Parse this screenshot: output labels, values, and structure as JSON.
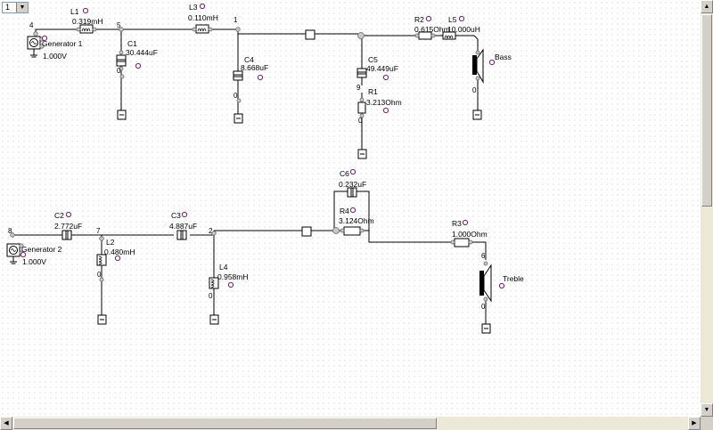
{
  "toolbar": {
    "page_select": "1",
    "page_select_arrow": "▼"
  },
  "nodes": {
    "n1": "1",
    "n2": "2",
    "n4": "4",
    "n5": "5",
    "n6": "6",
    "n7": "7",
    "n8": "8",
    "n9": "9",
    "g0": "0"
  },
  "components": {
    "generator1": {
      "name": "Generator 1",
      "value": "1.000V"
    },
    "generator2": {
      "name": "Generator 2",
      "value": "1.000V"
    },
    "L1": {
      "name": "L1",
      "value": "0.319mH"
    },
    "L2": {
      "name": "L2",
      "value": "0.480mH"
    },
    "L3": {
      "name": "L3",
      "value": "0.110mH"
    },
    "L4": {
      "name": "L4",
      "value": "0.958mH"
    },
    "L5": {
      "name": "L5",
      "value": "10.000uH"
    },
    "C1": {
      "name": "C1",
      "value": "30.444uF"
    },
    "C2": {
      "name": "C2",
      "value": "2.772uF"
    },
    "C3": {
      "name": "C3",
      "value": "4.887uF"
    },
    "C4": {
      "name": "C4",
      "value": "8.668uF"
    },
    "C5": {
      "name": "C5",
      "value": "49.449uF"
    },
    "C6": {
      "name": "C6",
      "value": "0.232uF"
    },
    "R1": {
      "name": "R1",
      "value": "3.213Ohm"
    },
    "R2": {
      "name": "R2",
      "value": "0.615Ohm"
    },
    "R3": {
      "name": "R3",
      "value": "1.000Ohm"
    },
    "R4": {
      "name": "R4",
      "value": "3.124Ohm"
    },
    "speaker_bass": {
      "name": "Bass"
    },
    "speaker_treble": {
      "name": "Treble"
    }
  },
  "scrollbars": {
    "up": "▲",
    "down": "▼",
    "left": "◀",
    "right": "▶"
  },
  "colors": {
    "canvas": "#ffffff",
    "grid_dot": "#c4c8d8",
    "property_marker": "#7a1f6a",
    "chrome": "#d4d0c8"
  }
}
